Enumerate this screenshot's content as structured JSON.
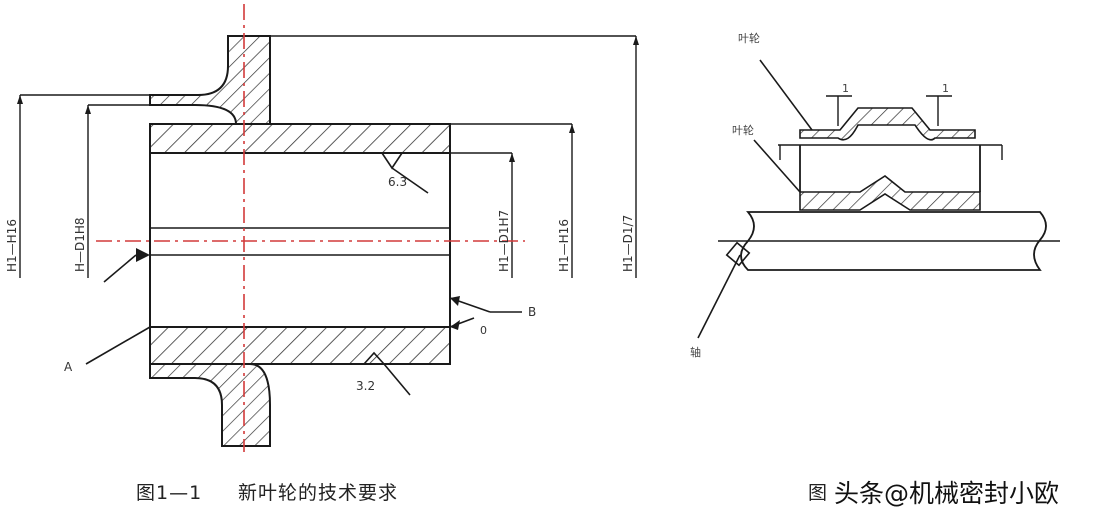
{
  "figure_left": {
    "caption_number": "图1—1",
    "caption_title": "新叶轮的技术要求",
    "dim_labels": [
      "H1—H16",
      "H—D1H8",
      "H1—D1H7",
      "H1—H16",
      "H1—D1/7"
    ],
    "roughness": [
      "6.3",
      "3.2"
    ],
    "datum_a": "A",
    "datum_b": "B",
    "tolerance_small": "0"
  },
  "figure_right": {
    "caption_partial": "图",
    "label_top": "叶轮",
    "label_side": "叶轮",
    "label_shaft": "轴",
    "tick_mark": "1"
  },
  "watermark": "头条@机械密封小欧",
  "colors": {
    "line": "#1a1a1a",
    "hatch": "#333333",
    "centerline": "#d23a3a"
  }
}
